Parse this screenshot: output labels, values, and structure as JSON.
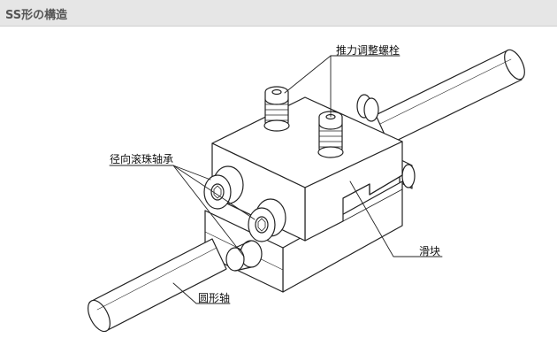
{
  "header": {
    "title": "SS形の構造"
  },
  "labels": {
    "thrust_bolt": "推力调整螺栓",
    "radial_bearing": "径向滚珠轴承",
    "slider": "滑块",
    "round_shaft": "圆形轴"
  }
}
